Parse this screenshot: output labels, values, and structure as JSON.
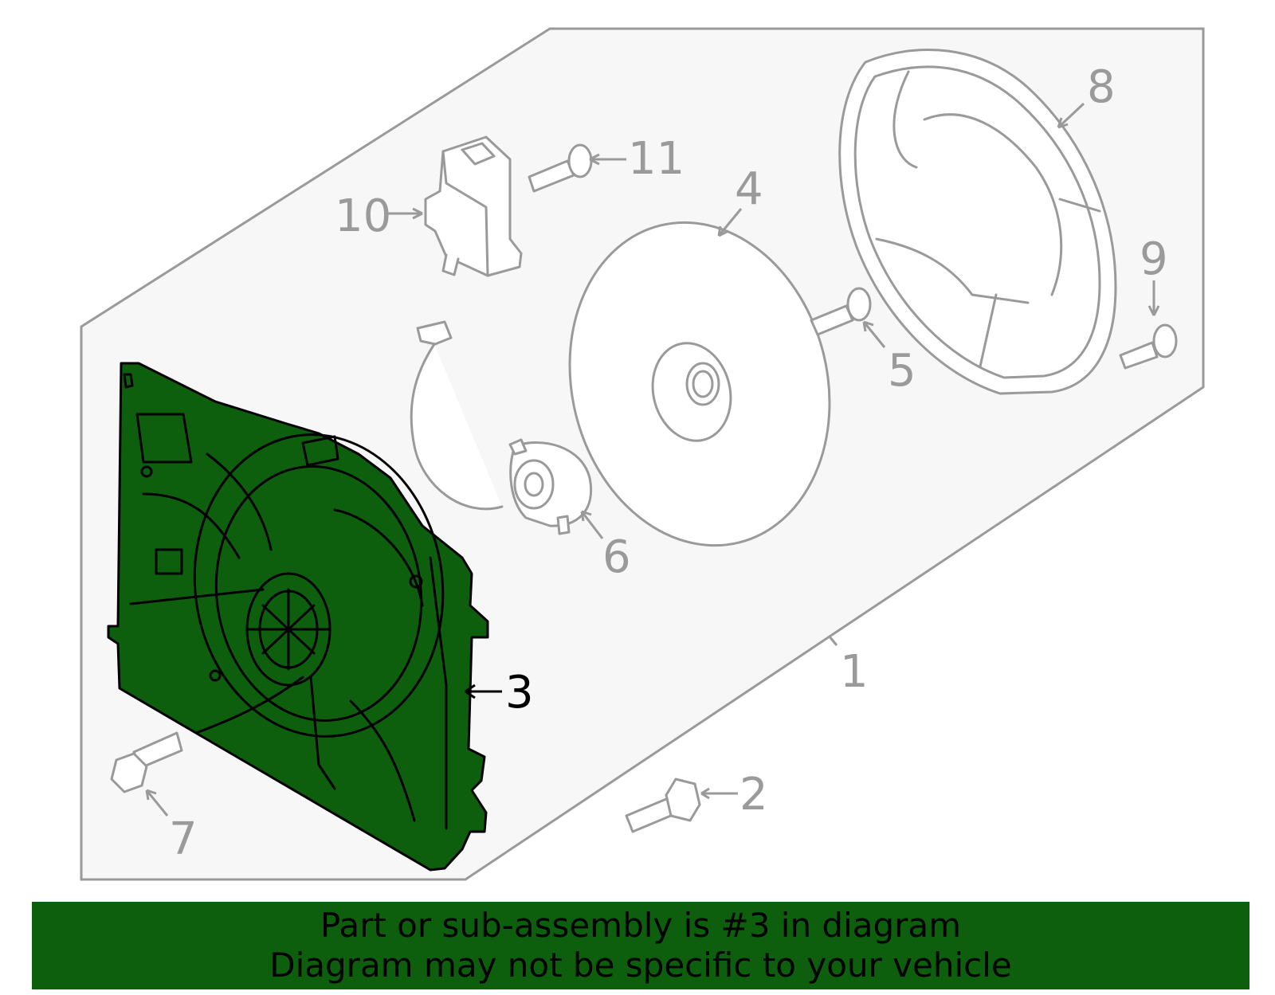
{
  "callouts": {
    "c1": "1",
    "c2": "2",
    "c3": "3",
    "c4": "4",
    "c5": "5",
    "c6": "6",
    "c7": "7",
    "c8": "8",
    "c9": "9",
    "c10": "10",
    "c11": "11"
  },
  "highlight": {
    "part": "3",
    "color": "#0d5e0d"
  },
  "colors": {
    "panel": "#f7f7f7",
    "line": "#9a9a9a",
    "banner": "#0d5e0d"
  },
  "banner": {
    "line1": "Part or sub-assembly is #3 in diagram",
    "line2": "Diagram may not be specific to your vehicle"
  }
}
